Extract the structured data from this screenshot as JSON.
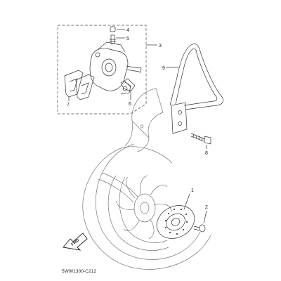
{
  "part_labels": [
    {
      "id": "p1",
      "text": "1"
    },
    {
      "id": "p2",
      "text": "2"
    },
    {
      "id": "p3",
      "text": "3"
    },
    {
      "id": "p4",
      "text": "4"
    },
    {
      "id": "p5",
      "text": "5"
    },
    {
      "id": "p6",
      "text": "6"
    },
    {
      "id": "p7",
      "text": "7"
    },
    {
      "id": "p8",
      "text": "8"
    },
    {
      "id": "p9",
      "text": "9"
    }
  ],
  "fwd_label": "FWD",
  "diagram_code": "5WW1300-C212"
}
